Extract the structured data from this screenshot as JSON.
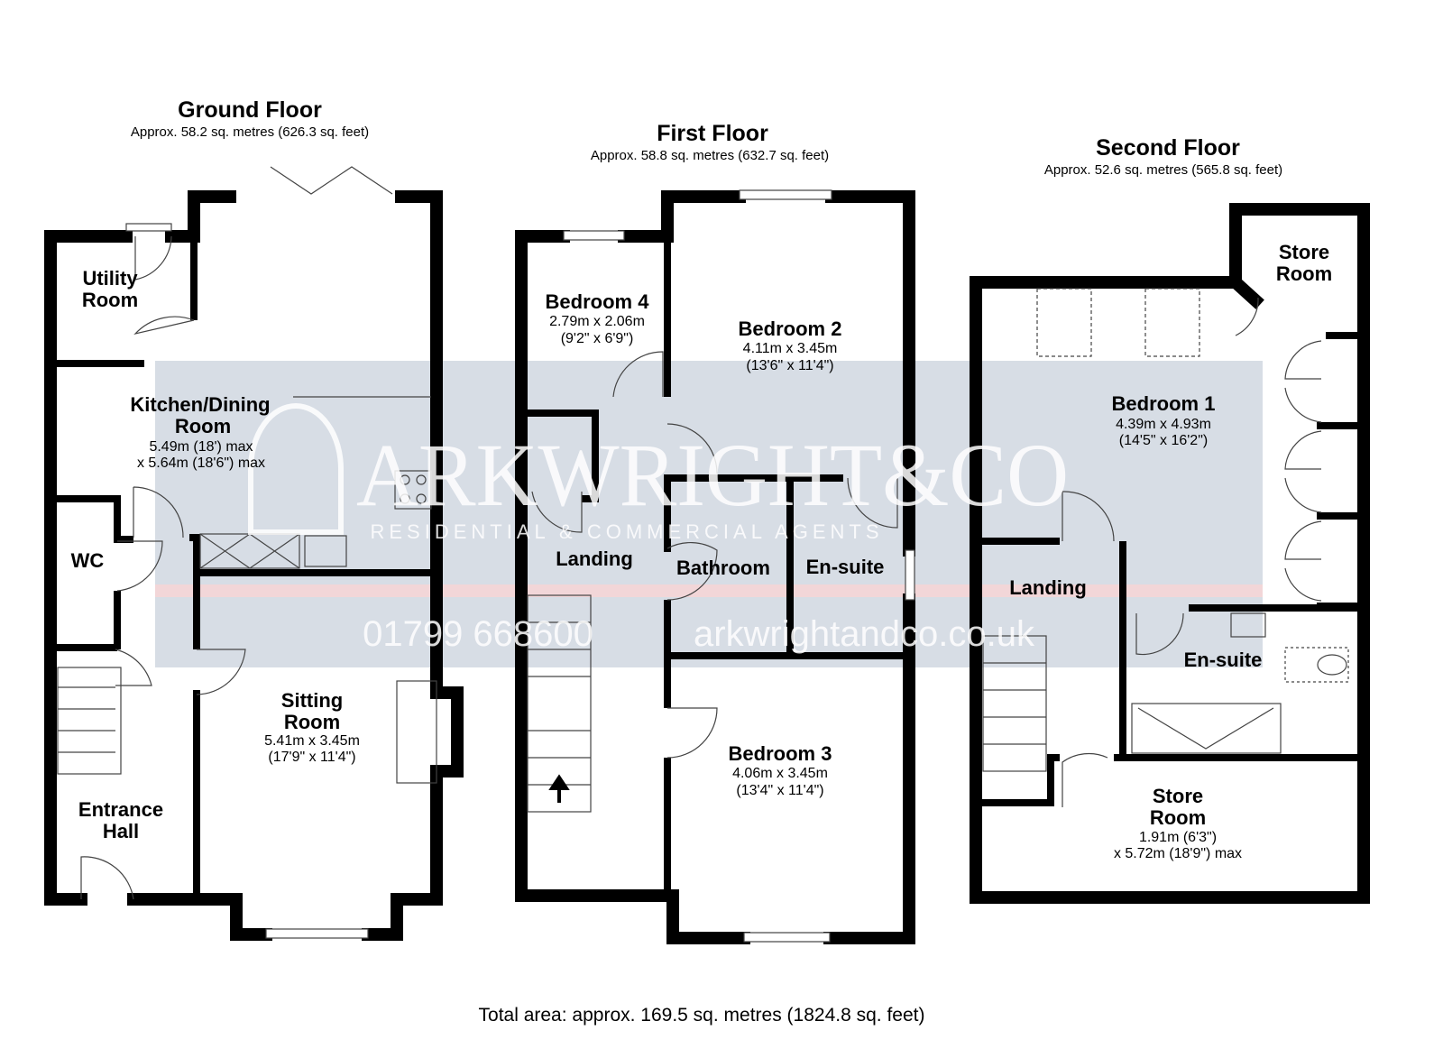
{
  "floors": [
    {
      "title": "Ground Floor",
      "area": "Approx. 58.2 sq. metres (626.3 sq. feet)"
    },
    {
      "title": "First Floor",
      "area": "Approx. 58.8 sq. metres (632.7 sq. feet)"
    },
    {
      "title": "Second Floor",
      "area": "Approx. 52.6 sq. metres (565.8 sq. feet)"
    }
  ],
  "rooms": {
    "utility": [
      "Utility",
      "Room"
    ],
    "kitchen": [
      "Kitchen/Dining",
      "Room",
      "5.49m (18') max",
      "x 5.64m (18'6\") max"
    ],
    "wc": [
      "WC"
    ],
    "entrance": [
      "Entrance",
      "Hall"
    ],
    "sitting": [
      "Sitting",
      "Room",
      "5.41m x 3.45m",
      "(17'9\" x 11'4\")"
    ],
    "bedroom4": [
      "Bedroom 4",
      "2.79m x 2.06m",
      "(9'2\" x 6'9\")"
    ],
    "bedroom2": [
      "Bedroom 2",
      "4.11m x 3.45m",
      "(13'6\" x 11'4\")"
    ],
    "landing1": [
      "Landing"
    ],
    "bathroom": [
      "Bathroom"
    ],
    "ensuite1": [
      "En-suite"
    ],
    "bedroom3": [
      "Bedroom 3",
      "4.06m x 3.45m",
      "(13'4\" x 11'4\")"
    ],
    "storeroom_top": [
      "Store",
      "Room"
    ],
    "bedroom1": [
      "Bedroom 1",
      "4.39m x 4.93m",
      "(14'5\" x 16'2\")"
    ],
    "landing2": [
      "Landing"
    ],
    "ensuite2": [
      "En-suite"
    ],
    "storeroom": [
      "Store",
      "Room",
      "1.91m (6'3\")",
      "x 5.72m (18'9\") max"
    ]
  },
  "watermark": {
    "brand": "ARKWRIGHT&CO",
    "tagline": "RESIDENTIAL & COMMERCIAL AGENTS",
    "phone": "01799 668600",
    "website": "arkwrightandco.co.uk",
    "band_color": "#d5dbe4",
    "stripe_color": "#f2d6d8"
  },
  "total_area": "Total area: approx. 169.5 sq. metres (1824.8 sq. feet)"
}
